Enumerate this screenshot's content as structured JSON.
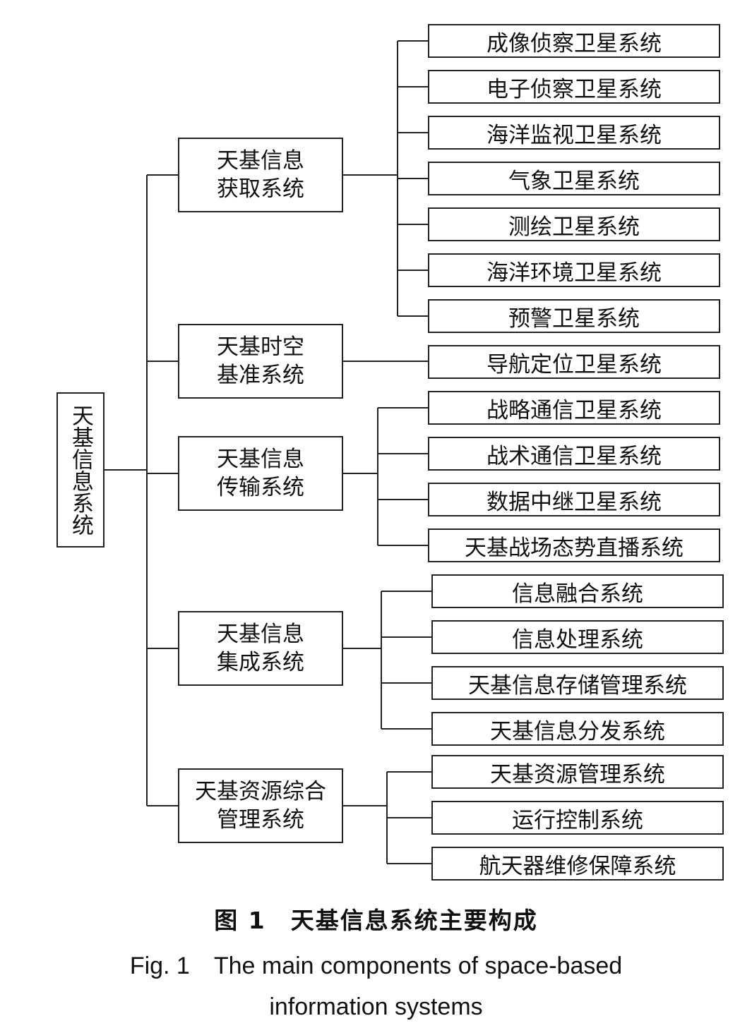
{
  "root": {
    "label": "天基信息系统"
  },
  "groups": [
    {
      "label": "天基信息\n获取系统",
      "children": [
        "成像侦察卫星系统",
        "电子侦察卫星系统",
        "海洋监视卫星系统",
        "气象卫星系统",
        "测绘卫星系统",
        "海洋环境卫星系统",
        "预警卫星系统"
      ]
    },
    {
      "label": "天基时空\n基准系统",
      "children": [
        "导航定位卫星系统"
      ]
    },
    {
      "label": "天基信息\n传输系统",
      "children": [
        "战略通信卫星系统",
        "战术通信卫星系统",
        "数据中继卫星系统",
        "天基战场态势直播系统"
      ]
    },
    {
      "label": "天基信息\n集成系统",
      "children": [
        "信息融合系统",
        "信息处理系统",
        "天基信息存储管理系统",
        "天基信息分发系统"
      ]
    },
    {
      "label": "天基资源综合\n管理系统",
      "children": [
        "天基资源管理系统",
        "运行控制系统",
        "航天器维修保障系统"
      ]
    }
  ],
  "caption": {
    "cn": "图 1　天基信息系统主要构成",
    "en_line1": "Fig. 1　The main components of space-based",
    "en_line2": "information systems"
  }
}
